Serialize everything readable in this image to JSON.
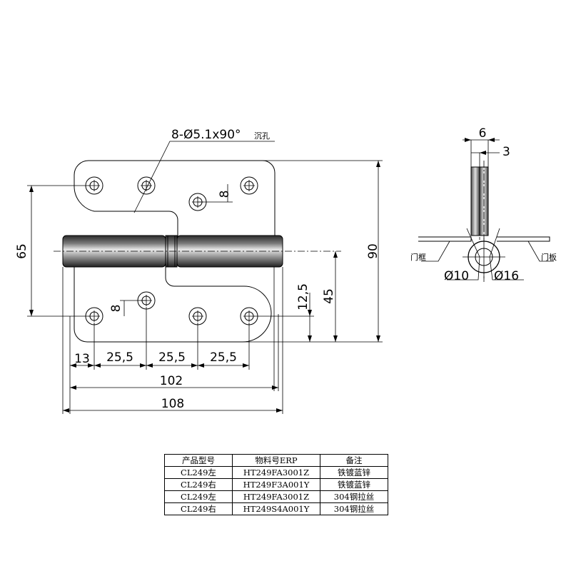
{
  "drawing": {
    "hole_callout": "8-Ø5.1x90°",
    "hole_callout_suffix": "沉孔",
    "dims": {
      "hole_spacing_upper": "8",
      "hole_spacing_lower": "8",
      "height_65": "65",
      "height_90": "90",
      "height_45": "45",
      "offset_12_5": "12,5",
      "edge_13": "13",
      "pitch_1": "25,5",
      "pitch_2": "25,5",
      "pitch_3": "25,5",
      "width_102": "102",
      "width_108": "108"
    },
    "side_view": {
      "thickness_6": "6",
      "thickness_3": "3",
      "frame_label": "门框",
      "door_label": "门板",
      "dia_10": "Ø10",
      "dia_16": "Ø16"
    }
  },
  "table": {
    "headers": [
      "产品型号",
      "物料号ERP",
      "备注"
    ],
    "rows": [
      [
        "CL249左",
        "HT249FA3001Z",
        "铁镀蓝锌"
      ],
      [
        "CL249右",
        "HT249F3A001Y",
        "铁镀蓝锌"
      ],
      [
        "CL249左",
        "HT249FA3001Z",
        "304钢拉丝"
      ],
      [
        "CL249右",
        "HT249S4A001Y",
        "304钢拉丝"
      ]
    ]
  }
}
